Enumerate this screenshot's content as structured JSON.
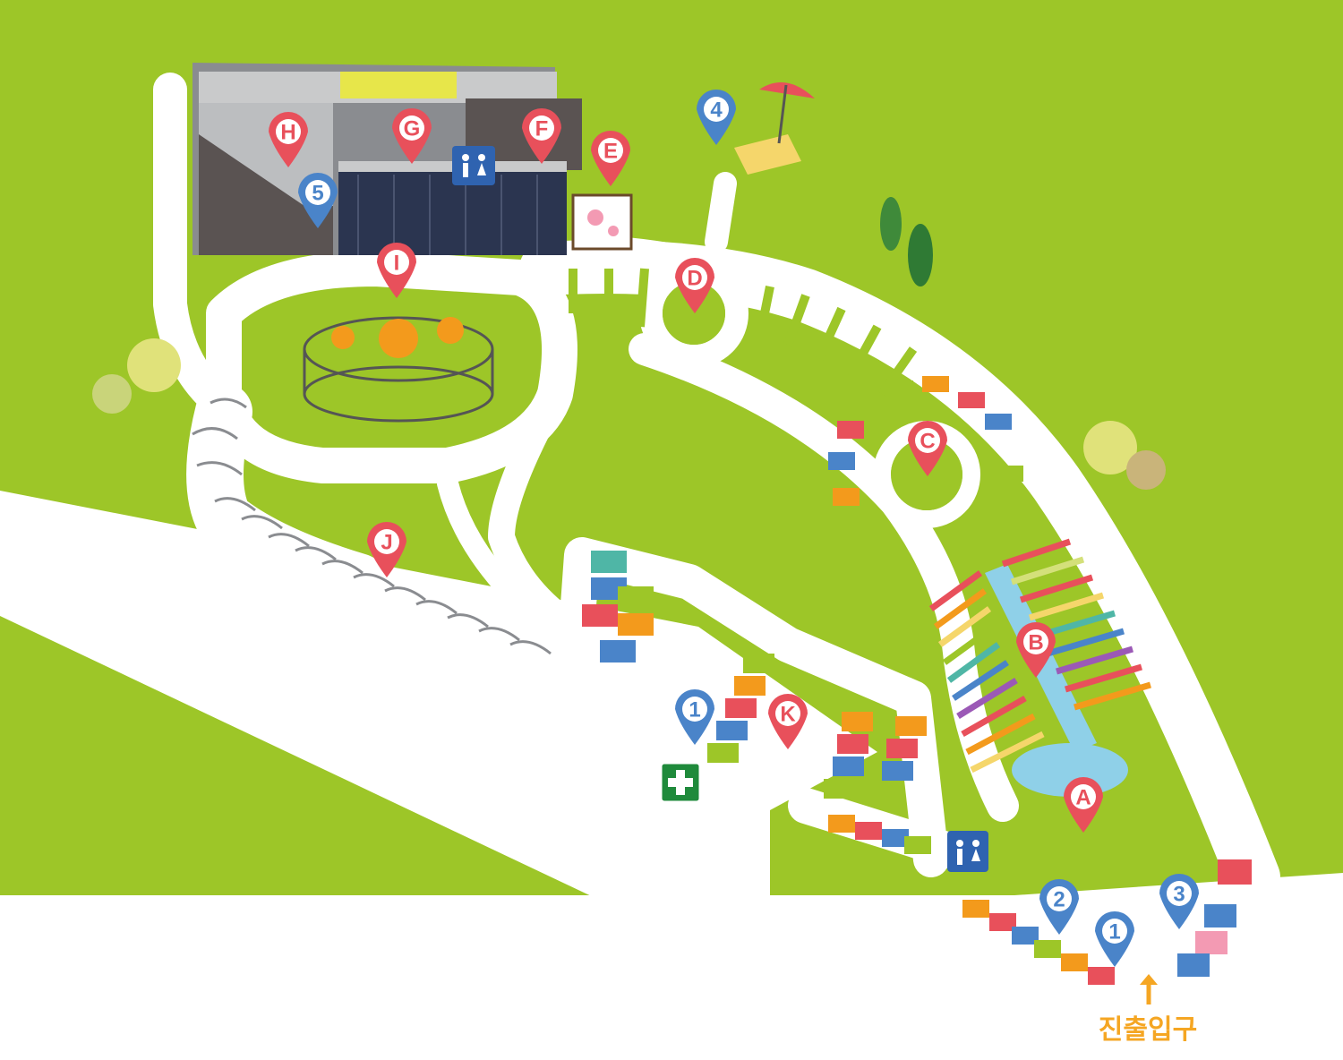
{
  "colors": {
    "grass": "#9dc628",
    "path": "#ffffff",
    "pin_red": "#e8505b",
    "pin_blue": "#4a84c9",
    "entrance": "#f5a623",
    "first_aid": "#1f8a3b",
    "restroom": "#2f63b0",
    "building_dark": "#2b3550",
    "building_brick": "#5a5352",
    "pool": "#8fd0e8"
  },
  "icons": {
    "restroom": "restroom-icon",
    "first_aid": "first-aid-icon",
    "arrow": "arrow-up-icon"
  },
  "pins": [
    {
      "id": "pin-a",
      "label": "A",
      "color": "red"
    },
    {
      "id": "pin-b",
      "label": "B",
      "color": "red"
    },
    {
      "id": "pin-c",
      "label": "C",
      "color": "red"
    },
    {
      "id": "pin-d",
      "label": "D",
      "color": "red"
    },
    {
      "id": "pin-e",
      "label": "E",
      "color": "red"
    },
    {
      "id": "pin-f",
      "label": "F",
      "color": "red"
    },
    {
      "id": "pin-g",
      "label": "G",
      "color": "red"
    },
    {
      "id": "pin-h",
      "label": "H",
      "color": "red"
    },
    {
      "id": "pin-i",
      "label": "I",
      "color": "red"
    },
    {
      "id": "pin-j",
      "label": "J",
      "color": "red"
    },
    {
      "id": "pin-k",
      "label": "K",
      "color": "red"
    },
    {
      "id": "pin-1a",
      "label": "1",
      "color": "blue"
    },
    {
      "id": "pin-1b",
      "label": "1",
      "color": "blue"
    },
    {
      "id": "pin-2",
      "label": "2",
      "color": "blue"
    },
    {
      "id": "pin-3",
      "label": "3",
      "color": "blue"
    },
    {
      "id": "pin-4",
      "label": "4",
      "color": "blue"
    },
    {
      "id": "pin-5",
      "label": "5",
      "color": "blue"
    }
  ],
  "entrance": {
    "label": "진출입구"
  }
}
